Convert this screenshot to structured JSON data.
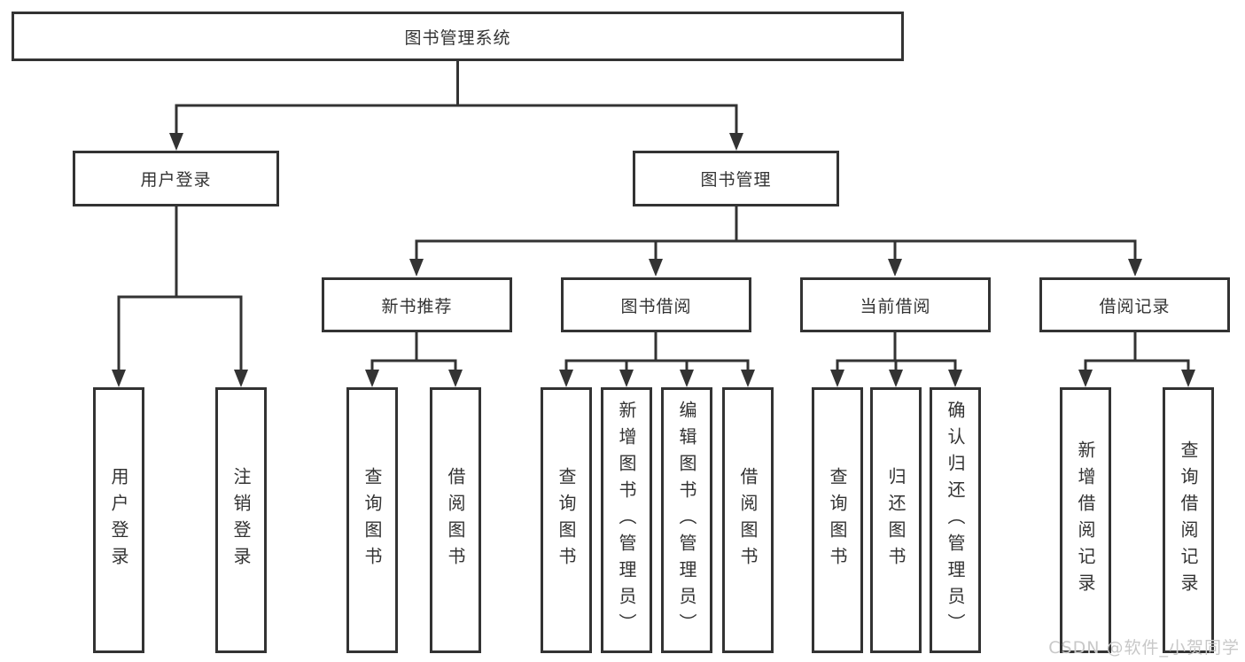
{
  "diagram": {
    "type": "hierarchy-tree",
    "title": "图书管理系统",
    "colors": {
      "line": "#333333",
      "box_border": "#333333",
      "box_fill": "#ffffff",
      "text": "#333333",
      "background": "#ffffff",
      "watermark_text_color": "#c8c8c8"
    }
  },
  "tree": {
    "root": {
      "label": "图书管理系统"
    },
    "branches": [
      {
        "label": "用户登录",
        "leaves": [
          "用户登录",
          "注销登录"
        ]
      },
      {
        "label": "图书管理",
        "children": [
          {
            "label": "新书推荐",
            "leaves": [
              "查询图书",
              "借阅图书"
            ]
          },
          {
            "label": "图书借阅",
            "leaves": [
              "查询图书",
              "新增图书（管理员）",
              "编辑图书（管理员）",
              "借阅图书"
            ]
          },
          {
            "label": "当前借阅",
            "leaves": [
              "查询图书",
              "归还图书",
              "确认归还（管理员）"
            ]
          },
          {
            "label": "借阅记录",
            "leaves": [
              "新增借阅记录",
              "查询借阅记录"
            ]
          }
        ]
      }
    ]
  },
  "watermark": "CSDN @软件_小贺同学"
}
